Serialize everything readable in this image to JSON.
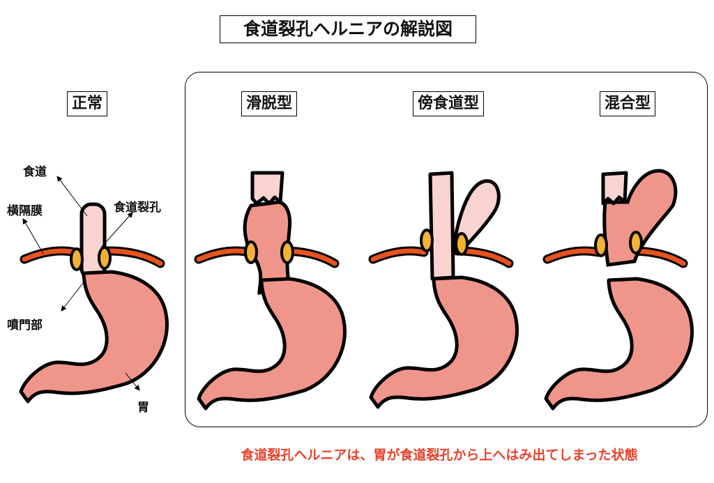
{
  "title": "食道裂孔ヘルニアの解説図",
  "types": [
    {
      "label": "正常"
    },
    {
      "label": "滑脱型"
    },
    {
      "label": "傍食道型"
    },
    {
      "label": "混合型"
    }
  ],
  "parts": {
    "esophagus": "食道",
    "diaphragm": "横隔膜",
    "hiatus": "食道裂孔",
    "cardia": "噴門部",
    "stomach": "胃"
  },
  "caption": "食道裂孔ヘルニアは、胃が食道裂孔から上へはみ出てしまった状態",
  "colors": {
    "stomach": "#f0958a",
    "esophagus": "#f8d3cf",
    "diaphragm": "#e8531f",
    "ring": "#f2b233",
    "caption": "#e8432a"
  }
}
